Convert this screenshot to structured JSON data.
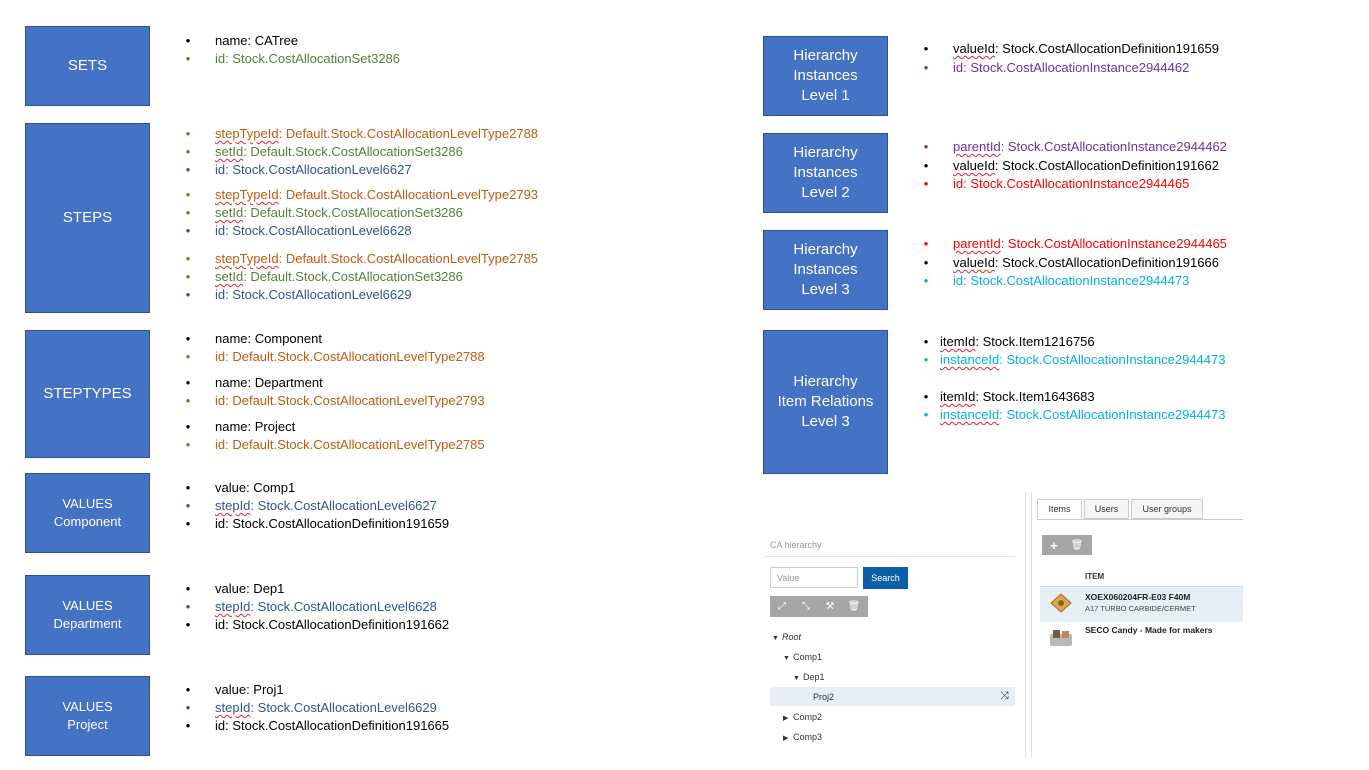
{
  "left_boxes": {
    "sets": "SETS",
    "steps": "STEPS",
    "steptypes": "STEPTYPES",
    "values_component": "VALUES\nComponent",
    "values_department": "VALUES\nDepartment",
    "values_project": "VALUES\nProject"
  },
  "right_boxes": {
    "level1": "Hierarchy\nInstances\nLevel 1",
    "level2": "Hierarchy\nInstances\nLevel 2",
    "level3": "Hierarchy\nInstances\nLevel 3",
    "relations": "Hierarchy\nItem Relations\nLevel 3"
  },
  "sets": [
    {
      "key": "name",
      "value": "CATree",
      "color": "#000000"
    },
    {
      "key": "id",
      "value": "Stock.CostAllocationSet3286",
      "color": "#548235"
    }
  ],
  "steps": [
    {
      "key": "stepTypeId",
      "value": "Default.Stock.CostAllocationLevelType2788",
      "color": "#c55a11"
    },
    {
      "key": "setId",
      "value": "Default.Stock.CostAllocationSet3286",
      "color": "#548235"
    },
    {
      "key": "id",
      "value": "Stock.CostAllocationLevel6627",
      "color": "#2f5597"
    },
    {
      "key": "stepTypeId",
      "value": "Default.Stock.CostAllocationLevelType2793",
      "color": "#c55a11"
    },
    {
      "key": "setId",
      "value": "Default.Stock.CostAllocationSet3286",
      "color": "#548235"
    },
    {
      "key": "id",
      "value": "Stock.CostAllocationLevel6628",
      "color": "#2f5597"
    },
    {
      "key": "stepTypeId",
      "value": "Default.Stock.CostAllocationLevelType2785",
      "color": "#c55a11"
    },
    {
      "key": "setId",
      "value": "Default.Stock.CostAllocationSet3286",
      "color": "#548235"
    },
    {
      "key": "id",
      "value": "Stock.CostAllocationLevel6629",
      "color": "#2f5597"
    }
  ],
  "steptypes": [
    {
      "key": "name",
      "value": "Component",
      "color": "#000000"
    },
    {
      "key": "id",
      "value": "Default.Stock.CostAllocationLevelType2788",
      "color": "#c55a11"
    },
    {
      "key": "name",
      "value": "Department",
      "color": "#000000"
    },
    {
      "key": "id",
      "value": "Default.Stock.CostAllocationLevelType2793",
      "color": "#c55a11"
    },
    {
      "key": "name",
      "value": "Project",
      "color": "#000000"
    },
    {
      "key": "id",
      "value": "Default.Stock.CostAllocationLevelType2785",
      "color": "#c55a11"
    }
  ],
  "values_component": [
    {
      "key": "value",
      "value": "Comp1",
      "color": "#000000"
    },
    {
      "key": "stepId",
      "value": "Stock.CostAllocationLevel6627",
      "color": "#2f5597"
    },
    {
      "key": "id",
      "value": "Stock.CostAllocationDefinition191659",
      "color": "#000000"
    }
  ],
  "values_department": [
    {
      "key": "value",
      "value": "Dep1",
      "color": "#000000"
    },
    {
      "key": "stepId",
      "value": "Stock.CostAllocationLevel6628",
      "color": "#2f5597"
    },
    {
      "key": "id",
      "value": "Stock.CostAllocationDefinition191662",
      "color": "#000000"
    }
  ],
  "values_project": [
    {
      "key": "value",
      "value": "Proj1",
      "color": "#000000"
    },
    {
      "key": "stepId",
      "value": "Stock.CostAllocationLevel6629",
      "color": "#2f5597"
    },
    {
      "key": "id",
      "value": "Stock.CostAllocationDefinition191665",
      "color": "#000000"
    }
  ],
  "level1": [
    {
      "key": "valueId",
      "value": "Stock.CostAllocationDefinition191659",
      "color": "#000000"
    },
    {
      "key": "id",
      "value": "Stock.CostAllocationInstance2944462",
      "color": "#7030a0"
    }
  ],
  "level2": [
    {
      "key": "parentId",
      "value": "Stock.CostAllocationInstance2944462",
      "color": "#7030a0"
    },
    {
      "key": "valueId",
      "value": "Stock.CostAllocationDefinition191662",
      "color": "#000000"
    },
    {
      "key": "id",
      "value": "Stock.CostAllocationInstance2944465",
      "color": "#ff0000"
    }
  ],
  "level3": [
    {
      "key": "parentId",
      "value": "Stock.CostAllocationInstance2944465",
      "color": "#ff0000"
    },
    {
      "key": "valueId",
      "value": "Stock.CostAllocationDefinition191666",
      "color": "#000000"
    },
    {
      "key": "id",
      "value": "Stock.CostAllocationInstance2944473",
      "color": "#00b0f0"
    }
  ],
  "relations": [
    {
      "key": "itemId",
      "value": "Stock.Item1216756",
      "color": "#000000"
    },
    {
      "key": "instanceId",
      "value": "Stock.CostAllocationInstance2944473",
      "color": "#00b0f0"
    },
    {
      "key": "itemId",
      "value": "Stock.Item1643683",
      "color": "#000000"
    },
    {
      "key": "instanceId",
      "value": "Stock.CostAllocationInstance2944473",
      "color": "#00b0f0"
    }
  ],
  "bullet_glyph": "•",
  "screenshot": {
    "ca_title": "CA hierarchy",
    "value_placeholder": "Value",
    "search_label": "Search",
    "tree": [
      "Root",
      "Comp1",
      "Dep1",
      "Proj2",
      "Comp2",
      "Comp3"
    ],
    "tabs": [
      "Items",
      "Users",
      "User groups"
    ],
    "item_header": "ITEM",
    "items": [
      {
        "name": "XOEX060204FR-E03 F40M",
        "subtitle": "A17 TURBO CARBIDE/CERMET"
      },
      {
        "name": "SECO Candy - Made for makers",
        "subtitle": ""
      }
    ]
  }
}
